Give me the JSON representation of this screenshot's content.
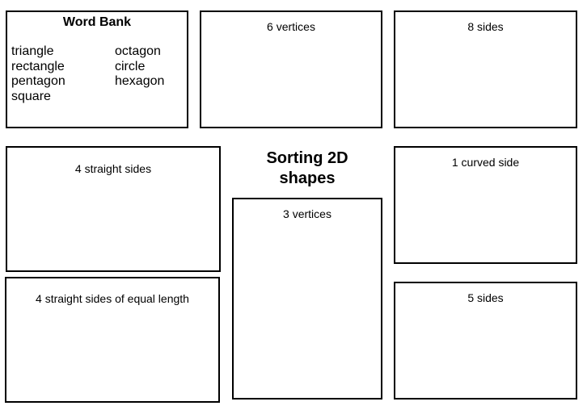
{
  "word_bank": {
    "title": "Word Bank",
    "column_left": [
      "triangle",
      "rectangle",
      "pentagon",
      "square"
    ],
    "column_right": [
      "octagon",
      "circle",
      "hexagon"
    ]
  },
  "title": {
    "line1": "Sorting 2D",
    "line2": "shapes"
  },
  "boxes": {
    "six_vertices": "6 vertices",
    "eight_sides": "8 sides",
    "four_straight_sides": "4 straight sides",
    "one_curved_side": "1 curved side",
    "three_vertices": "3 vertices",
    "four_equal_sides": "4 straight sides of equal length",
    "five_sides": "5 sides"
  }
}
